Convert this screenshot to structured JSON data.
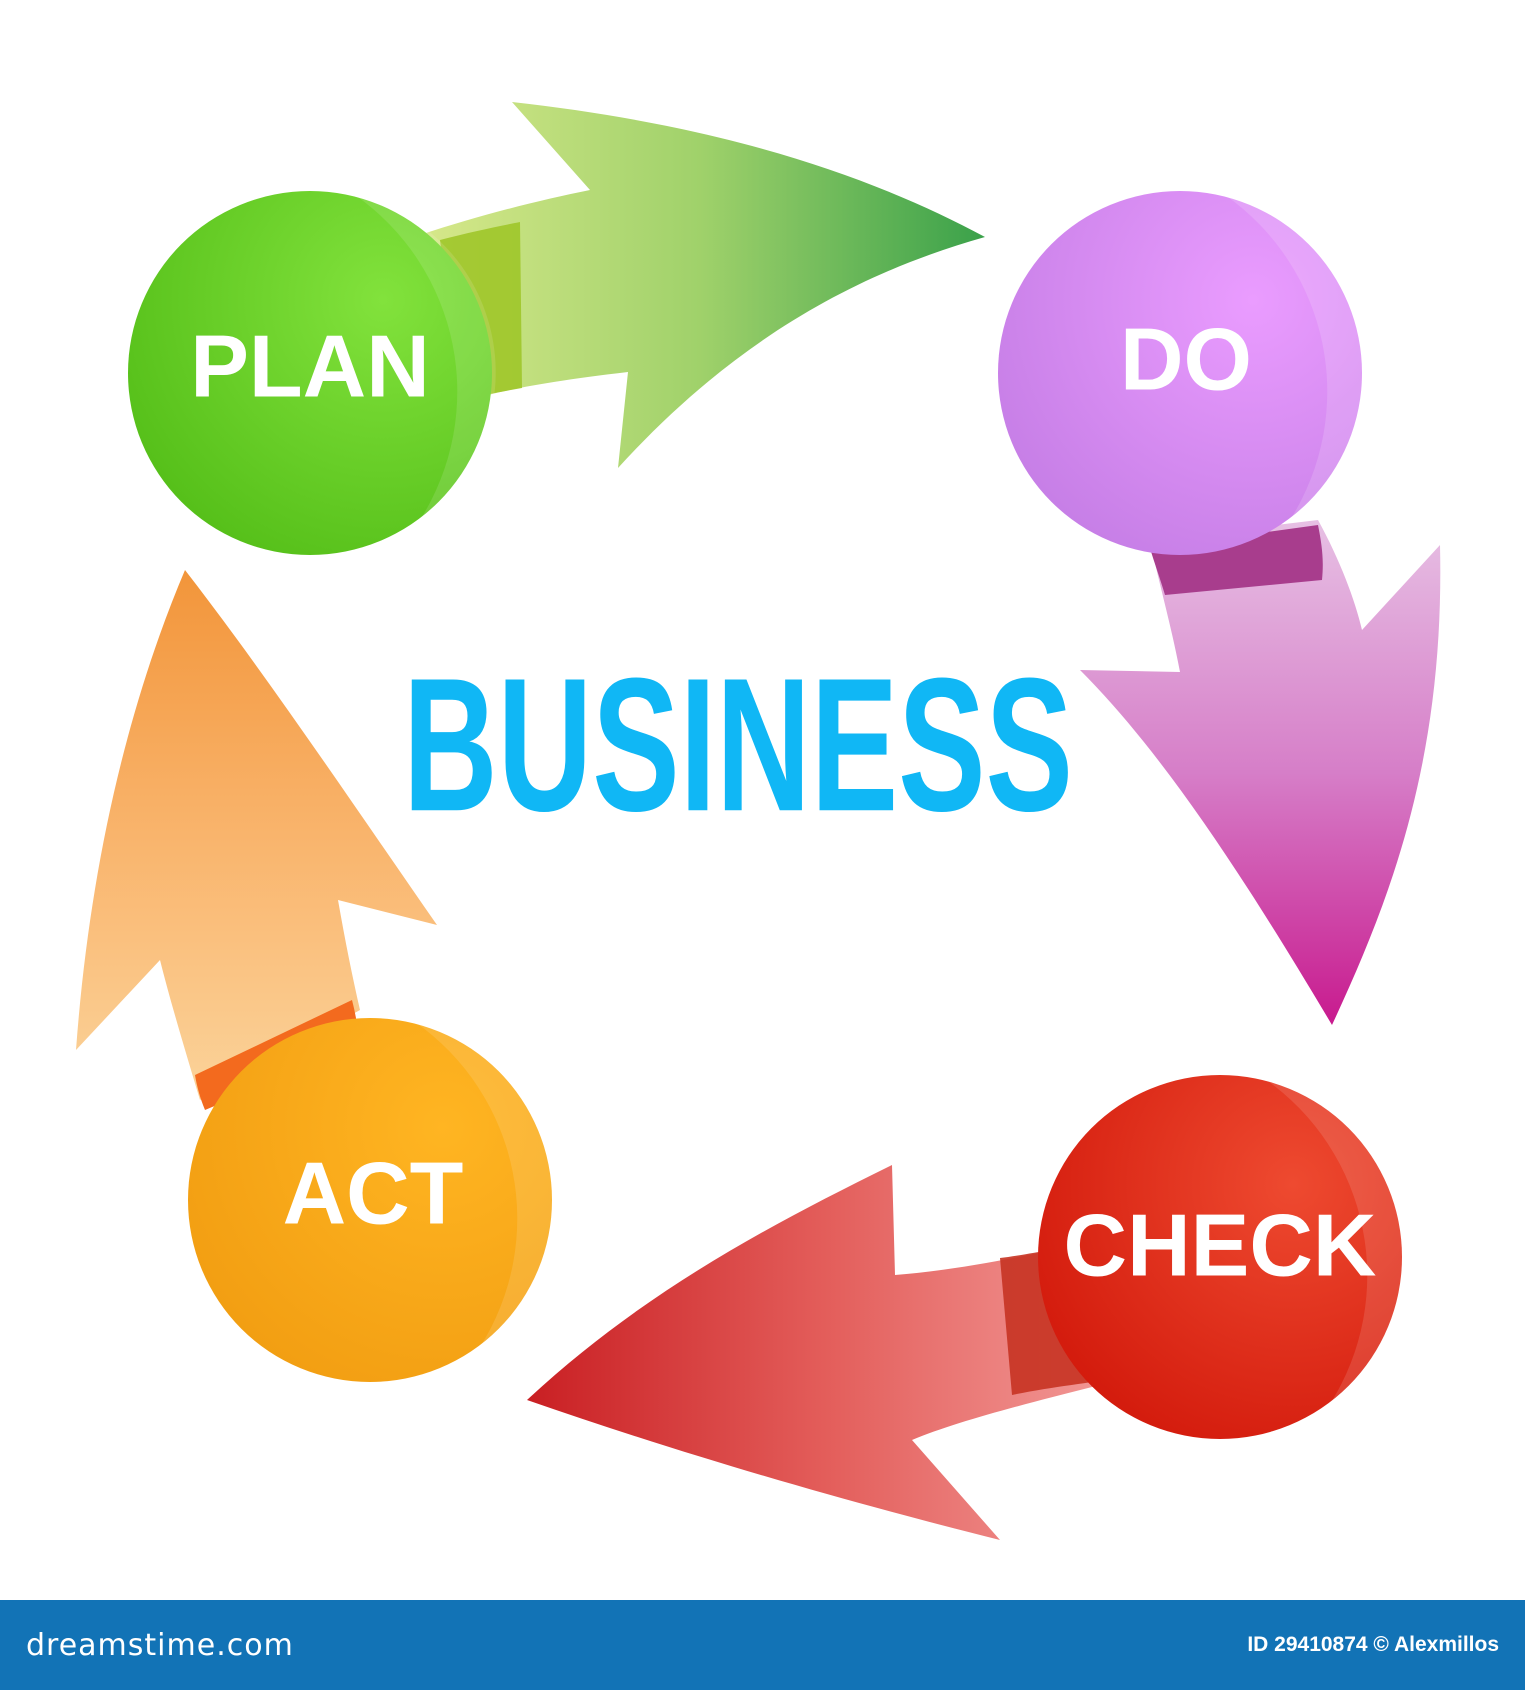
{
  "diagram": {
    "title": "BUSINESS",
    "stages": [
      {
        "id": "plan",
        "label": "PLAN",
        "color": "#5ccc1a"
      },
      {
        "id": "do",
        "label": "DO",
        "color": "#d885f0"
      },
      {
        "id": "check",
        "label": "CHECK",
        "color": "#e02a14"
      },
      {
        "id": "act",
        "label": "ACT",
        "color": "#f5a81a"
      }
    ],
    "arrows": [
      {
        "from": "PLAN",
        "to": "DO",
        "color": "#69c04c"
      },
      {
        "from": "DO",
        "to": "CHECK",
        "color": "#d065b8"
      },
      {
        "from": "CHECK",
        "to": "ACT",
        "color": "#e04b48"
      },
      {
        "from": "ACT",
        "to": "PLAN",
        "color": "#f6a24c"
      }
    ],
    "title_color": "#10b7f5"
  },
  "footer": {
    "brand": "dreamstime.com",
    "credit": "ID 29410874 © Alexmillos",
    "background": "#1273b6"
  }
}
